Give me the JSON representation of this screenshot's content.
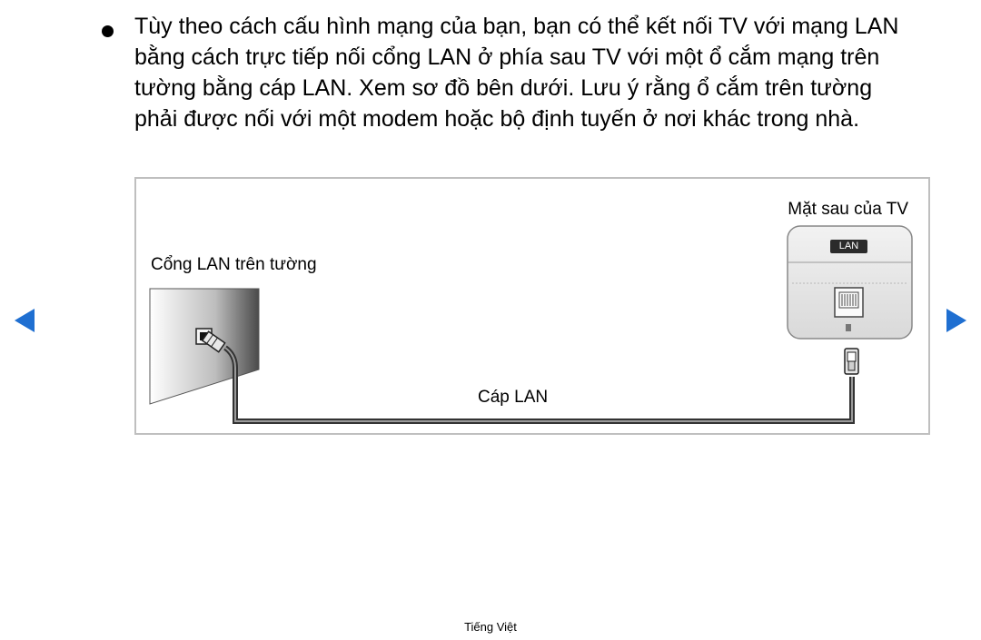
{
  "content": {
    "paragraph": "Tùy theo cách cấu hình mạng của bạn, bạn có thể kết nối TV với mạng LAN bằng cách trực tiếp nối cổng LAN ở phía sau TV với một ổ cắm mạng trên tường bằng cáp LAN. Xem sơ đồ bên dưới. Lưu ý rằng ổ cắm trên tường phải được nối với một modem hoặc bộ định tuyến ở nơi khác trong nhà."
  },
  "diagram": {
    "wall_label": "Cổng LAN trên tường",
    "tv_label": "Mặt sau của TV",
    "port_badge": "LAN",
    "cable_label": "Cáp LAN"
  },
  "navigation": {
    "prev_icon": "arrow-left-icon",
    "next_icon": "arrow-right-icon",
    "arrow_color": "#1f6fd1"
  },
  "footer": {
    "language": "Tiếng Việt"
  }
}
